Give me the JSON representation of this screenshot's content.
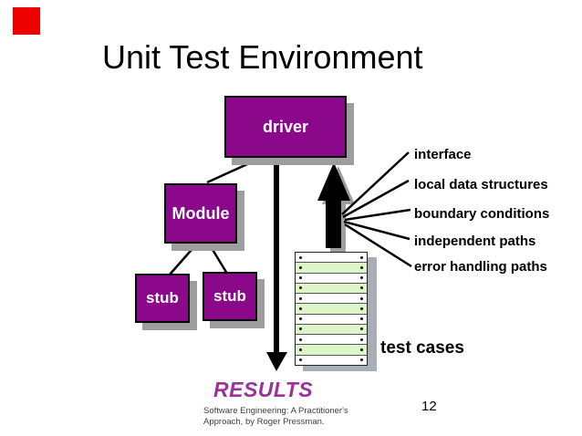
{
  "slide": {
    "title": "Unit Test Environment",
    "page_number": "12",
    "footer": {
      "line1": "Software Engineering: A Practitioner's",
      "line2": "Approach, by Roger Pressman."
    },
    "results_label": "RESULTS",
    "test_cases_label": "test cases"
  },
  "boxes": {
    "driver": {
      "label": "driver"
    },
    "module": {
      "label": "Module"
    },
    "stub_left": {
      "label": "stub"
    },
    "stub_right": {
      "label": "stub"
    }
  },
  "annotations": [
    {
      "text": "interface"
    },
    {
      "text": "local data structures"
    },
    {
      "text": "boundary conditions"
    },
    {
      "text": "independent paths"
    },
    {
      "text": "error handling paths"
    }
  ],
  "test_stack": {
    "row_count": 11
  },
  "colors": {
    "box_purple": "#8B088B",
    "shadow_gray": "#9E9E9E",
    "accent_red": "#EE0000",
    "results_purple": "#993399",
    "row_green": "#DDF5C9",
    "stack_gray": "#A9ADB5",
    "footer_gray": "#404040",
    "line_black": "#000000"
  }
}
